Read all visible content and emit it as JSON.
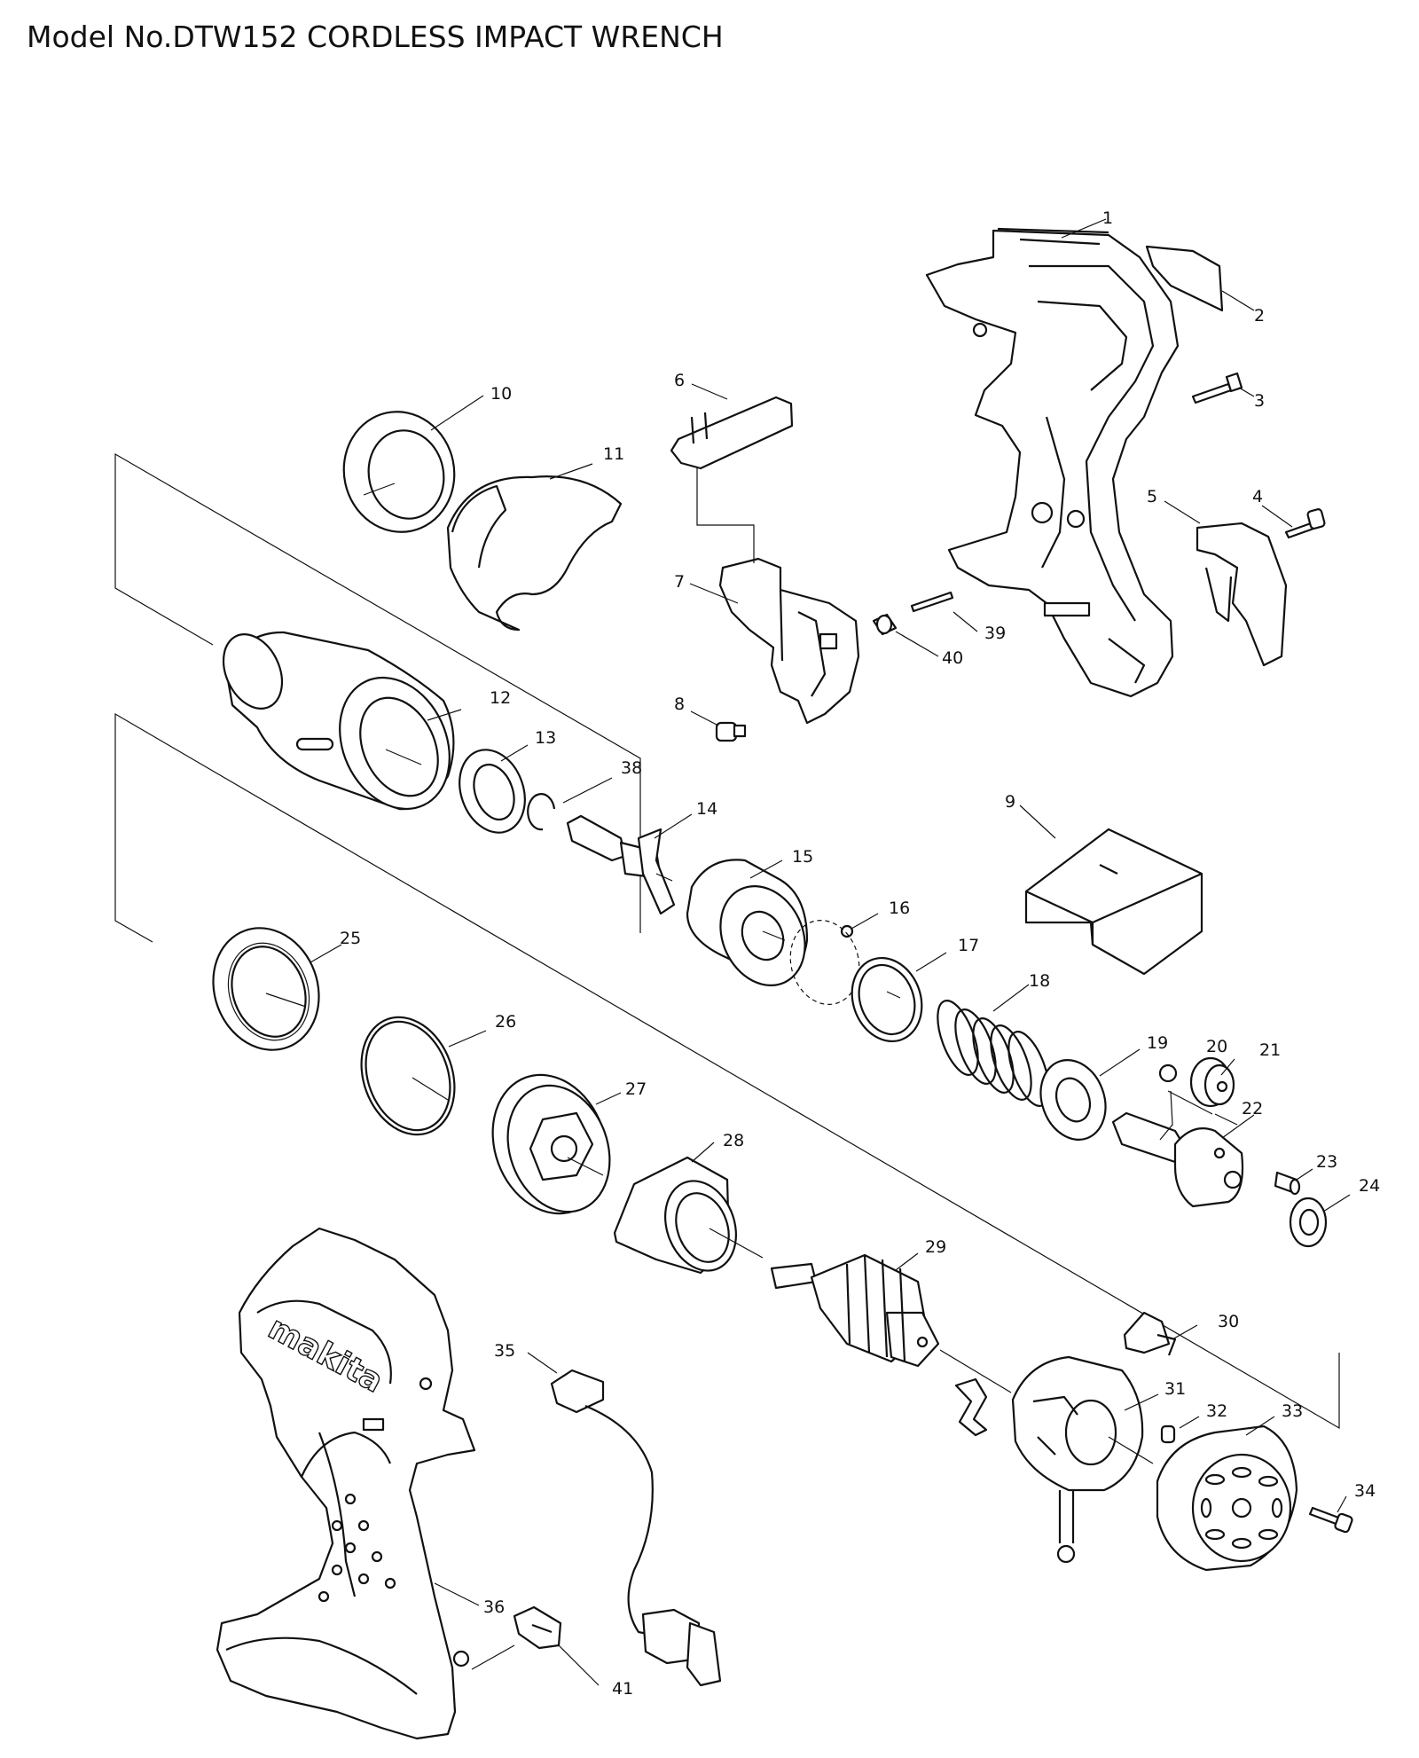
{
  "title": "Model No.DTW152 CORDLESS IMPACT WRENCH",
  "brand_logo": "makita",
  "callouts": [
    "1",
    "2",
    "3",
    "4",
    "5",
    "6",
    "7",
    "8",
    "9",
    "10",
    "11",
    "12",
    "13",
    "14",
    "15",
    "16",
    "17",
    "18",
    "19",
    "20",
    "21",
    "22",
    "23",
    "24",
    "25",
    "26",
    "27",
    "28",
    "29",
    "30",
    "31",
    "32",
    "33",
    "34",
    "35",
    "36",
    "38",
    "39",
    "40",
    "41"
  ]
}
